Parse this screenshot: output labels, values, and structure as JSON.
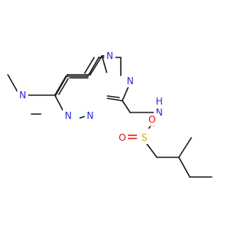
{
  "molecule": {
    "atoms": {
      "n_dimethylamino": "N",
      "n_ring_pyridazine": "N",
      "n_ring_bridge": "N",
      "n_ring_triazole_top": "N",
      "n_ring_triazole_right": "N",
      "n_amide": "N",
      "h_amide": "H",
      "s_sulfonyl": "S",
      "o_left": "O",
      "o_right": "O"
    },
    "colors": {
      "carbon_bond": "#1a1a1a",
      "nitrogen": "#2b2bd9",
      "oxygen": "#e01010",
      "sulfur": "#c8b400"
    }
  }
}
